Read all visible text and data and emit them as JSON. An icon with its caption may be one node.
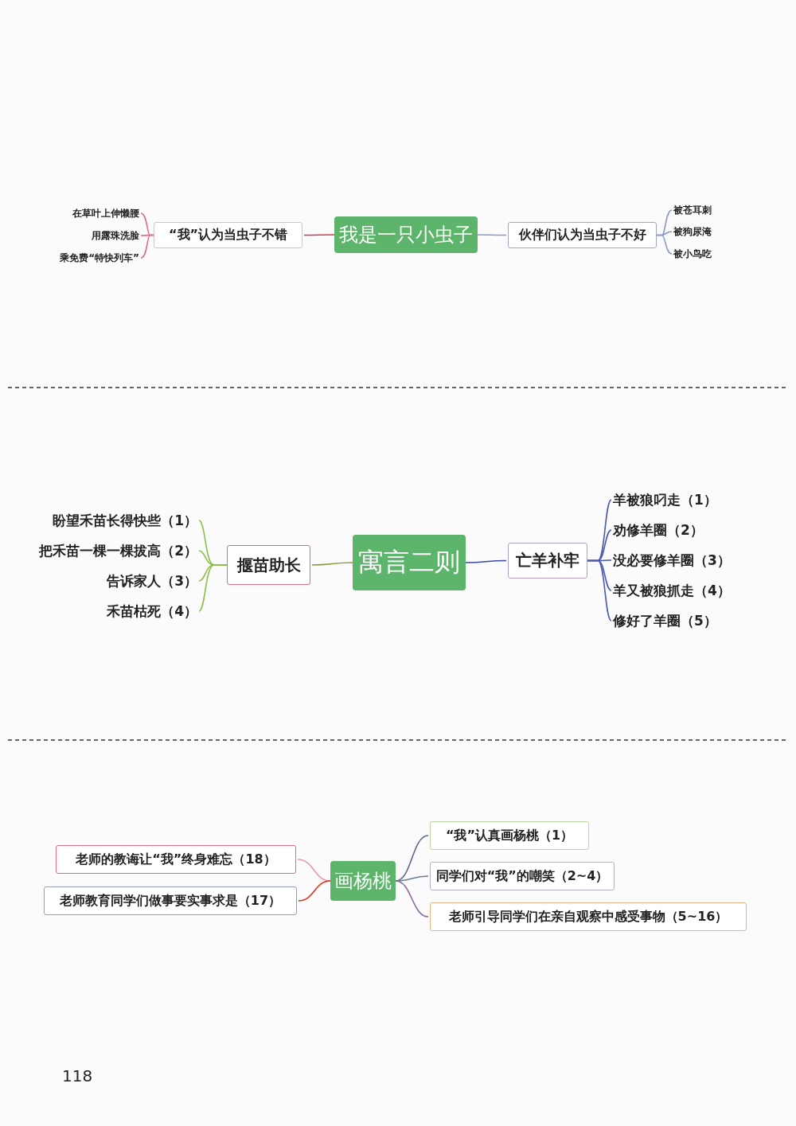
{
  "diagram": {
    "nodes": [
      {
        "text": [
          "我是一只小虫子"
        ]
      },
      {
        "text": [
          "“我”认为当虫子不错"
        ]
      },
      {
        "text": [
          "在草叶上伸懒腰"
        ]
      },
      {
        "text": [
          "用露珠洗脸"
        ]
      },
      {
        "text": [
          "乘免费“特快列车”"
        ]
      },
      {
        "text": [
          "伙伴们认为当虫子不好"
        ]
      },
      {
        "text": [
          "被苍耳刺"
        ]
      },
      {
        "text": [
          "被狗尿淹"
        ]
      },
      {
        "text": [
          "被小鸟吃"
        ]
      },
      {
        "text": [
          "寓言二则"
        ]
      },
      {
        "text": [
          "揠苗助长"
        ]
      },
      {
        "text": [
          "盼望禾苗长得快些（1）"
        ]
      },
      {
        "text": [
          "把禾苗一棵一棵拔高（2）"
        ]
      },
      {
        "text": [
          "告诉家人（3）"
        ]
      },
      {
        "text": [
          "禾苗枯死（4）"
        ]
      },
      {
        "text": [
          "亡羊补牢"
        ]
      },
      {
        "text": [
          "羊被狼叼走（1）"
        ]
      },
      {
        "text": [
          "劝修羊圈（2）"
        ]
      },
      {
        "text": [
          "没必要修羊圈（3）"
        ]
      },
      {
        "text": [
          "羊又被狼抓走（4）"
        ]
      },
      {
        "text": [
          "修好了羊圈（5）"
        ]
      },
      {
        "text": [
          "画杨桃"
        ]
      },
      {
        "text": [
          "“我”认真画杨桃（1）"
        ]
      },
      {
        "text": [
          "同学们对“我”的嘲笑（2~4）"
        ]
      },
      {
        "text": [
          "老师引导同学们在亲自观察中感受事物（5~16）"
        ]
      },
      {
        "text": [
          "老师的教诲让“我”终身难忘（18）"
        ]
      },
      {
        "text": [
          "老师教育同学们做事要实事求是（17）"
        ]
      }
    ],
    "edges": [
      {
        "from": 0,
        "to": 1,
        "arrow": "none",
        "color": "#d23a4e"
      },
      {
        "from": 1,
        "to": 2,
        "arrow": "none",
        "color": "#e06a8a"
      },
      {
        "from": 1,
        "to": 3,
        "arrow": "none",
        "color": "#e06a8a"
      },
      {
        "from": 1,
        "to": 4,
        "arrow": "none",
        "color": "#e06a8a"
      },
      {
        "from": 0,
        "to": 5,
        "arrow": "none",
        "color": "#8a9bc8"
      },
      {
        "from": 5,
        "to": 6,
        "arrow": "none",
        "color": "#8a9bc8"
      },
      {
        "from": 5,
        "to": 7,
        "arrow": "none",
        "color": "#8a9bc8"
      },
      {
        "from": 5,
        "to": 8,
        "arrow": "none",
        "color": "#8a9bc8"
      },
      {
        "from": 9,
        "to": 10,
        "arrow": "none",
        "color": "#8a9a3a"
      },
      {
        "from": 10,
        "to": 11,
        "arrow": "none",
        "color": "#8cc04a"
      },
      {
        "from": 10,
        "to": 12,
        "arrow": "none",
        "color": "#8cc04a"
      },
      {
        "from": 10,
        "to": 13,
        "arrow": "none",
        "color": "#8cc04a"
      },
      {
        "from": 10,
        "to": 14,
        "arrow": "none",
        "color": "#8cc04a"
      },
      {
        "from": 9,
        "to": 15,
        "arrow": "none",
        "color": "#3a4aa0"
      },
      {
        "from": 15,
        "to": 16,
        "arrow": "none",
        "color": "#4a5ab0"
      },
      {
        "from": 15,
        "to": 17,
        "arrow": "none",
        "color": "#4a5ab0"
      },
      {
        "from": 15,
        "to": 18,
        "arrow": "none",
        "color": "#4a5ab0"
      },
      {
        "from": 15,
        "to": 19,
        "arrow": "none",
        "color": "#4a5ab0"
      },
      {
        "from": 15,
        "to": 20,
        "arrow": "none",
        "color": "#4a5ab0"
      },
      {
        "from": 21,
        "to": 22,
        "arrow": "none",
        "color": "#5a6a8a"
      },
      {
        "from": 21,
        "to": 23,
        "arrow": "none",
        "color": "#6a8090"
      },
      {
        "from": 21,
        "to": 24,
        "arrow": "none",
        "color": "#8a6aa0"
      },
      {
        "from": 21,
        "to": 25,
        "arrow": "none",
        "color": "#e89aaa"
      },
      {
        "from": 21,
        "to": 26,
        "arrow": "none",
        "color": "#e03020"
      }
    ],
    "labels": [
      "118"
    ]
  }
}
